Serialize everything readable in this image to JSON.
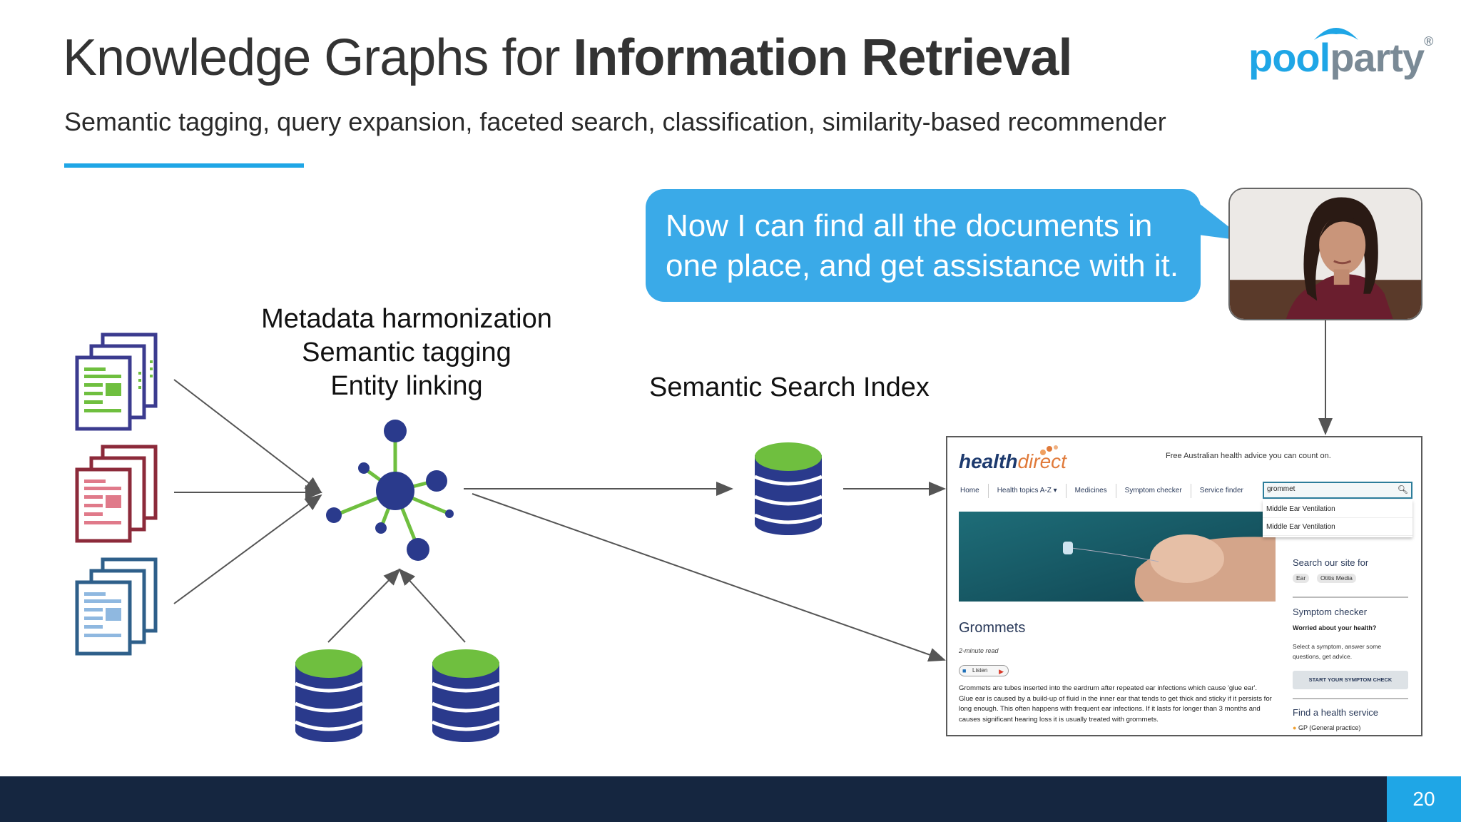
{
  "slide": {
    "title_light": "Knowledge Graphs for ",
    "title_bold": "Information Retrieval",
    "subtitle": "Semantic tagging, query expansion, faceted search, classification, similarity-based recommender",
    "page_number": "20",
    "accent_color": "#1fa6e6",
    "footer_color": "#152640"
  },
  "logo": {
    "part1": "pool",
    "part2": "party",
    "registered": "®"
  },
  "bubble": {
    "text": "Now I can find all the documents in one place, and get assistance with it."
  },
  "diagram": {
    "label_processing": [
      "Metadata harmonization",
      "Semantic tagging",
      "Entity linking"
    ],
    "label_index": "Semantic Search Index",
    "doc_colors": [
      "#3b3b8f",
      "#8c2a3a",
      "#2e5f8a"
    ],
    "db_colors": {
      "top": "#6fbf3f",
      "body": "#2a3a8c"
    }
  },
  "healthdirect": {
    "logo_part1": "health",
    "logo_part2": "direct",
    "tagline": "Free Australian health advice you can count on.",
    "nav": [
      "Home",
      "Health topics A-Z ▾",
      "Medicines",
      "Symptom checker",
      "Service finder"
    ],
    "search_value": "grommet",
    "suggestions": [
      "Middle Ear Ventilation",
      "Middle Ear Ventilation"
    ],
    "article_title": "Grommets",
    "read_time": "2-minute read",
    "listen_label": "Listen",
    "body": "Grommets are tubes inserted into the eardrum after repeated ear infections which cause 'glue ear'. Glue ear is caused by a build-up of fluid in the inner ear that tends to get thick and sticky if it persists for long enough. This often happens with frequent ear infections. If it lasts for longer than 3 months and causes significant hearing loss it is usually treated with grommets.",
    "side": {
      "search_title": "Search our site for",
      "tags": [
        "Ear",
        "Otitis Media"
      ],
      "symptom_title": "Symptom checker",
      "symptom_q": "Worried about your health?",
      "symptom_desc": "Select a symptom, answer some questions, get advice.",
      "symptom_btn": "START YOUR SYMPTOM CHECK",
      "service_title": "Find a health service",
      "service_item": "GP (General practice)"
    }
  }
}
